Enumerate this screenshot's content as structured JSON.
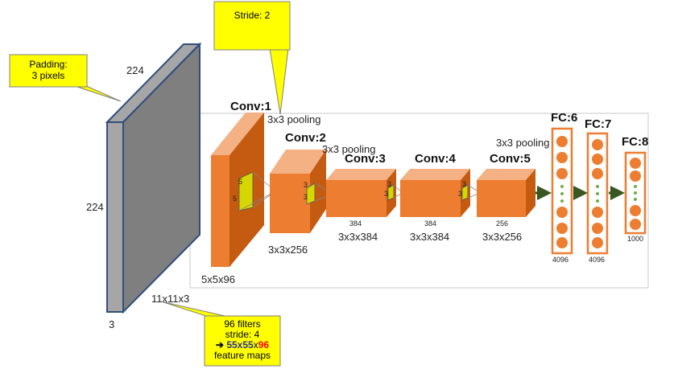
{
  "input": {
    "width_label": "224",
    "height_label": "224",
    "depth_label": "3",
    "filter_size_label": "11x11x3"
  },
  "callouts": {
    "padding": {
      "line1": "Padding:",
      "line2": "3 pixels"
    },
    "stride": {
      "text": "Stride: 2"
    },
    "filters": {
      "line1": "96 filters",
      "line2": "stride: 4",
      "arrow": "➔",
      "map_size": "55x55",
      "x": "x",
      "count": "96",
      "line4": "feature maps"
    }
  },
  "layers": {
    "conv1": {
      "title": "Conv:1",
      "pool": "3x3 pooling",
      "dims": "5x5x96",
      "k1": "5",
      "k2": "5"
    },
    "conv2": {
      "title": "Conv:2",
      "pool": "3x3 pooling",
      "dims": "3x3x256",
      "k1": "3",
      "k2": "3"
    },
    "conv3": {
      "title": "Conv:3",
      "dims": "3x3x384",
      "size": "384",
      "k1": "3",
      "k2": "3"
    },
    "conv4": {
      "title": "Conv:4",
      "dims": "3x3x384",
      "size": "384",
      "k1": "3",
      "k2": "3"
    },
    "conv5": {
      "title": "Conv:5",
      "pool": "3x3 pooling",
      "dims": "3x3x256",
      "size": "256"
    },
    "fc6": {
      "title": "FC:6",
      "size": "4096"
    },
    "fc7": {
      "title": "FC:7",
      "size": "4096"
    },
    "fc8": {
      "title": "FC:8",
      "size": "1000"
    }
  },
  "colors": {
    "orange_front": "#ED7D31",
    "orange_side": "#C55A11",
    "orange_top": "#F4B183",
    "input_front": "#7F7F7F",
    "input_side": "#A6A6A6",
    "input_edge": "#2F4E7E",
    "callout_fill": "#FFFF00",
    "arrow_green": "#385723",
    "dot_green": "#70AD47"
  }
}
